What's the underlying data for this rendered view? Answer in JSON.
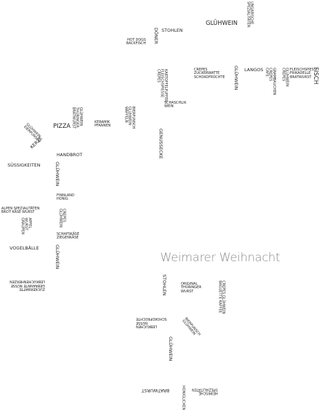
{
  "title": "Weimarer Weihnacht",
  "stalls": {
    "a01": "UNGARISCHE\nSPEZIALITÄTEN",
    "a02": "GLÜHWEIN",
    "a03": "DÖNER",
    "a04": "STOHLEN",
    "a05": "HOT DOGS\nBACKFISCH",
    "a06": "KARTOFFELPUFFER\nFLEISCHSPIESSE\nCREPES",
    "a07": "CREPES\nZUCKERWATTE\nSCHOKOFRÜCHTE",
    "a08": "GLÜHWEIN",
    "a09": "LANGOS",
    "a10": "GRAMBAUCHEN\nCREPES\nCAFE",
    "a11": "GLÜHWEIN\nCREPES",
    "a12": "FLEISCHSPIESS\nFRIKADELLE\nBRATWURST",
    "a13": "FISCH",
    "a14": "SCHASCHLIK\nWEIN",
    "a15": "BIERPUNSCH\nGLÜHWEIN\nWAFFELN",
    "a16": "GLÜHWEIN\nTHÜRINGER\nBRATWURST",
    "a17": "KERAMIK\nPFANNEN",
    "a18": "PIZZA",
    "a19": "GLÜHWEIN\nEIERPUNSCH",
    "a20": "KERZE",
    "a21": "GENUSSECKE",
    "a22": "HANDBROT",
    "a23": "SÜSSIGKEITEN",
    "a24": "GLÜHWEIN",
    "a25": "FINNLAND\nHONIG",
    "a26": "ALPEN SPEZIALITÄTEN\nBROT KÄSE WURST",
    "a27": "CREPES\nGLÜHWEIN",
    "a28": "APFEL\nWURST\nGRAUPEN",
    "a29": "SCHAFSKÄSE\nZIEGENKÄSE",
    "a30": "VOGELBÄLLE",
    "a31": "GLÜHWEIN",
    "a32": "ZUCKERWATTE\nGEBRANNTE NÜSSE\nLEBKUCHENHERZEN",
    "a33": "STOHLEN",
    "a34": "ORIGINAL\nTHÜRINGER\nWURST",
    "a35": "CREPES GLÜHWEIN\nBAGUETTE KAFFEE",
    "a36": "LEBKUCHEN\nNÜSSE\nSCHOKOFRÜCHTE",
    "a37": "BIERPUNSCH\nGLÜHWEIN",
    "a38": "GLÜHWEIN",
    "a39": "BRATWURST",
    "a40": "HONIGLICHEN",
    "a41": "HEIMISCHE\nSPEZIALITÄTEN"
  }
}
